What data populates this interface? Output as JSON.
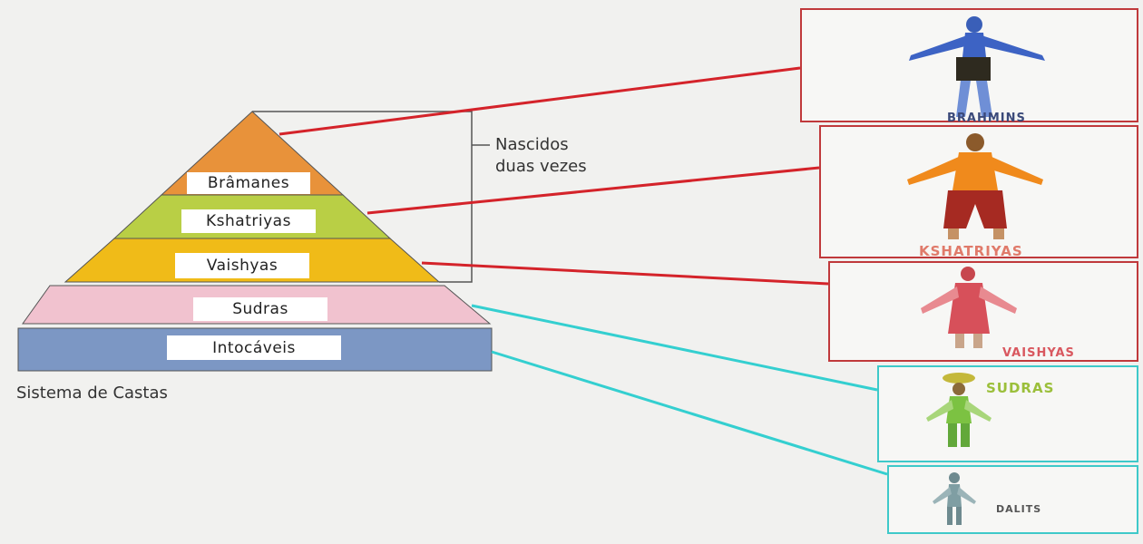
{
  "diagram": {
    "title": "Sistema de Castas",
    "bracket_label": "Nascidos\nduas vezes",
    "layers": [
      {
        "label": "Brâmanes",
        "color": "#e8923a"
      },
      {
        "label": "Kshatriyas",
        "color": "#b9cf45"
      },
      {
        "label": "Vaishyas",
        "color": "#f0bb18"
      },
      {
        "label": "Sudras",
        "color": "#f1c2cf"
      },
      {
        "label": "Intocáveis",
        "color": "#7c97c4"
      }
    ],
    "panels": [
      {
        "caption": "BRAHMINS",
        "border_color": "#c0393b",
        "figure": "blue-figure-icon"
      },
      {
        "caption": "KSHATRIYAS",
        "border_color": "#c0393b",
        "figure": "orange-figure-icon"
      },
      {
        "caption": "VAISHYAS",
        "border_color": "#c0393b",
        "figure": "red-figure-icon"
      },
      {
        "caption": "SUDRAS",
        "border_color": "#3ec9c9",
        "figure": "green-figure-icon"
      },
      {
        "caption": "DALITS",
        "border_color": "#3ec9c9",
        "figure": "grey-figure-icon"
      }
    ],
    "connector_colors": {
      "twice_born": "#d4232a",
      "others": "#34cfd0"
    }
  }
}
